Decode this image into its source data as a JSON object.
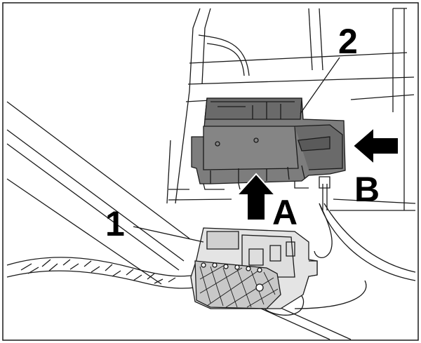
{
  "figure": {
    "callouts": {
      "part_1": "1",
      "part_2": "2",
      "direction_a": "A",
      "direction_b": "B"
    }
  },
  "colors": {
    "line": "#1a1a1a",
    "housing_fill": "#7d7d7d",
    "housing_dark": "#4a4a4a",
    "plug_fill": "#d8d8d8",
    "arrow": "#000000",
    "background": "#ffffff"
  },
  "icons": {
    "arrow_a": "arrow-up-icon",
    "arrow_b": "arrow-left-icon"
  }
}
